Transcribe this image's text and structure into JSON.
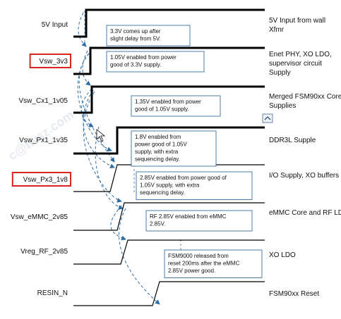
{
  "title": "",
  "colors": {
    "signal": "#000000",
    "annotation_border": "#4a7ba8",
    "dashed_arrow": "#2e6ea6",
    "highlight_box": "#d9261c"
  },
  "signals": [
    {
      "id": "5v_input",
      "left_label": "5V Input",
      "right_label": "5V Input from wall Xfmr",
      "highlighted": false
    },
    {
      "id": "vsw_3v3",
      "left_label": "Vsw_3v3",
      "right_label": "Enet PHY, XO LDO, supervisor circuit Supply",
      "highlighted": true
    },
    {
      "id": "vsw_cx1_1v05",
      "left_label": "Vsw_Cx1_1v05",
      "right_label": "Merged FSM90xx Core Supplies",
      "highlighted": false
    },
    {
      "id": "vsw_px1_1v35",
      "left_label": "Vsw_Px1_1v35",
      "right_label": "DDR3L Supple",
      "highlighted": false
    },
    {
      "id": "vsw_px3_1v8",
      "left_label": "Vsw_Px3_1v8",
      "right_label": "I/O Supply, XO buffers",
      "highlighted": true
    },
    {
      "id": "vsw_emmc_2v85",
      "left_label": "Vsw_eMMC_2v85",
      "right_label": "eMMC Core and RF LDOs",
      "highlighted": false
    },
    {
      "id": "vreg_rf_2v85",
      "left_label": "Vreg_RF_2v85",
      "right_label": "XO LDO",
      "highlighted": false
    },
    {
      "id": "resin_n",
      "left_label": "RESIN_N",
      "right_label": "FSM90xx Reset",
      "highlighted": false
    }
  ],
  "annotations": [
    {
      "id": "note_3v3",
      "text": "3.3V comes up after slight delay from 5V."
    },
    {
      "id": "note_1v05",
      "text": "1.05V enabled from power good of 3.3V supply."
    },
    {
      "id": "note_1v35",
      "text": "1.35V enabled from power good of 1.05V supply."
    },
    {
      "id": "note_1v8",
      "text": "1.8V enabled from power good of 1.05V supply, with extra sequencing delay."
    },
    {
      "id": "note_2v85",
      "text": "2.85V enabled from power good of 1.05V supply, with extra sequencing delay."
    },
    {
      "id": "note_rf",
      "text": "RF 2.85V enabled from eMMC 2.85V."
    },
    {
      "id": "note_reset",
      "text": "FSM9000 released from reset 200ms after the eMMC 2.85V power good."
    }
  ],
  "watermark": "c@twsz.com"
}
